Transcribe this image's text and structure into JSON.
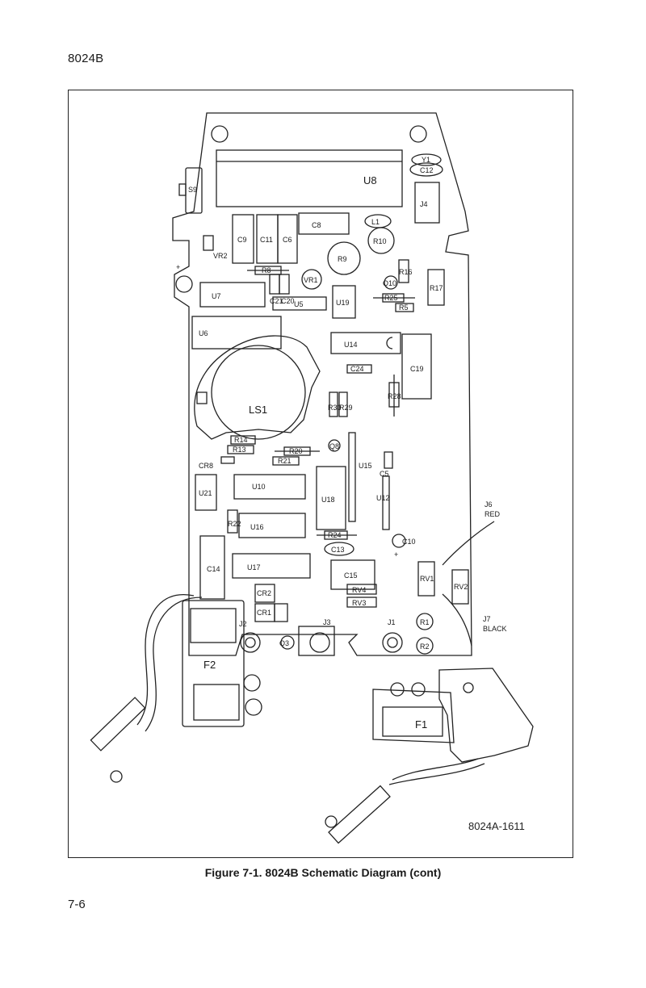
{
  "page": {
    "header": "8024B",
    "page_number": "7-6",
    "figure_caption": "Figure 7-1. 8024B Schematic Diagram (cont)",
    "figure_id": "8024A-1611"
  },
  "labels": {
    "U8": "U8",
    "S9": "S9",
    "C12": "C12",
    "Y1": "Y1",
    "J4": "J4",
    "C9": "C9",
    "C11": "C11",
    "C6": "C6",
    "C8": "C8",
    "L1": "L1",
    "R10": "R10",
    "R9": "R9",
    "VR2": "VR2",
    "R8": "R8",
    "C21": "C21",
    "C20": "C20",
    "VR1": "VR1",
    "R16": "R16",
    "R17": "R17",
    "Q10": "Q10",
    "U7": "U7",
    "U5": "U5",
    "U19": "U19",
    "R25": "R25",
    "R5": "R5",
    "U6": "U6",
    "U14": "U14",
    "C24": "C24",
    "C19": "C19",
    "LS1": "LS1",
    "R30": "R30",
    "R29": "R29",
    "R28": "R28",
    "R14": "R14",
    "R13": "R13",
    "CR8": "CR8",
    "R20": "R20",
    "R21": "R21",
    "Q8": "Q8",
    "U15": "U15",
    "C5": "C5",
    "U21": "U21",
    "U10": "U10",
    "U18": "U18",
    "U12": "U12",
    "R22": "R22",
    "U16": "U16",
    "R24": "R24",
    "C10": "C10",
    "C13": "C13",
    "C14": "C14",
    "U17": "U17",
    "C15": "C15",
    "RV1": "RV1",
    "RV2": "RV2",
    "CR2": "CR2",
    "CR1": "CR1",
    "RV4": "RV4",
    "RV3": "RV3",
    "J2": "J2",
    "Q3": "Q3",
    "J3": "J3",
    "J1": "J1",
    "R1": "R1",
    "R2": "R2",
    "J6": "J6",
    "RED": "RED",
    "J7": "J7",
    "BLACK": "BLACK",
    "F2": "F2",
    "F1": "F1",
    "plus_c10": "+",
    "plus_top": "+"
  }
}
